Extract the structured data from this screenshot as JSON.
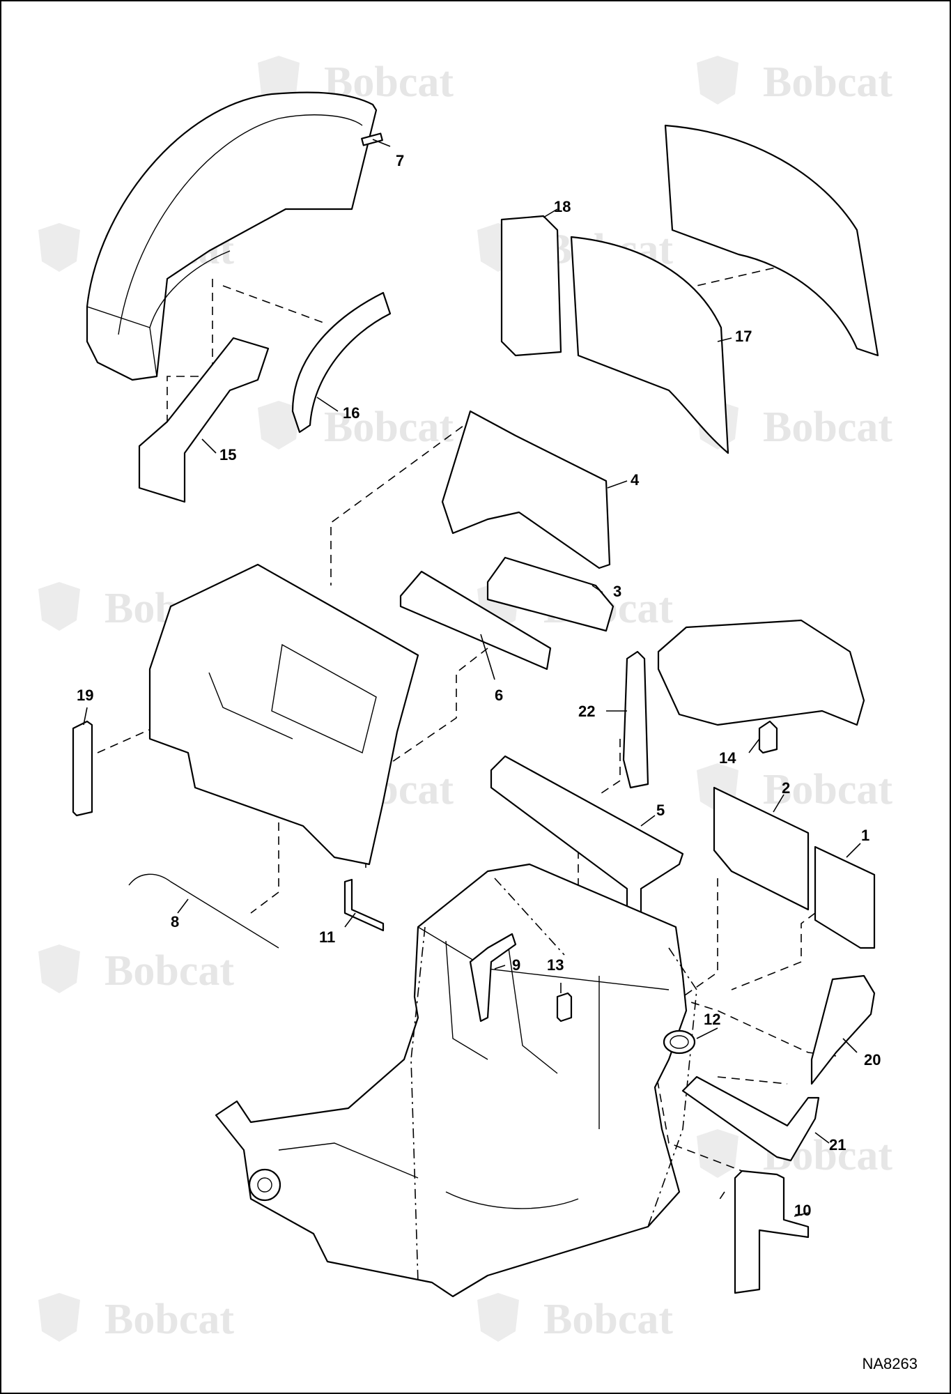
{
  "watermark": {
    "text": "Bobcat"
  },
  "drawing_id": "NA8263",
  "callouts": [
    {
      "id": "7",
      "label": "7"
    },
    {
      "id": "18",
      "label": "18"
    },
    {
      "id": "17",
      "label": "17"
    },
    {
      "id": "16",
      "label": "16"
    },
    {
      "id": "15",
      "label": "15"
    },
    {
      "id": "4",
      "label": "4"
    },
    {
      "id": "3",
      "label": "3"
    },
    {
      "id": "6",
      "label": "6"
    },
    {
      "id": "19",
      "label": "19"
    },
    {
      "id": "22",
      "label": "22"
    },
    {
      "id": "14",
      "label": "14"
    },
    {
      "id": "2",
      "label": "2"
    },
    {
      "id": "5",
      "label": "5"
    },
    {
      "id": "1",
      "label": "1"
    },
    {
      "id": "8",
      "label": "8"
    },
    {
      "id": "11",
      "label": "11"
    },
    {
      "id": "9",
      "label": "9"
    },
    {
      "id": "13",
      "label": "13"
    },
    {
      "id": "12",
      "label": "12"
    },
    {
      "id": "20",
      "label": "20"
    },
    {
      "id": "21",
      "label": "21"
    },
    {
      "id": "10",
      "label": "10"
    }
  ]
}
